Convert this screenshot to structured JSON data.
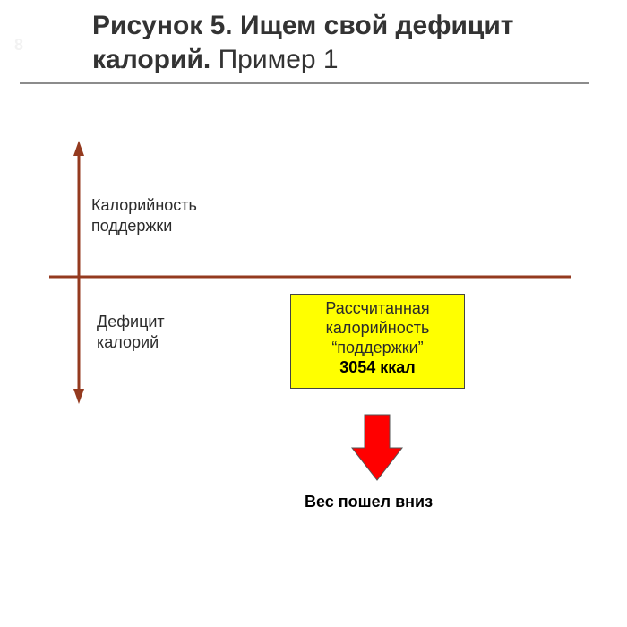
{
  "page_number": "8",
  "title": {
    "bold": "Рисунок 5. Ищем свой дефицит калорий.",
    "normal": "Пример 1"
  },
  "labels": {
    "maintenance_line1": "Калорийность",
    "maintenance_line2": "поддержки",
    "deficit_line1": "Дефицит",
    "deficit_line2": "калорий"
  },
  "box": {
    "line1": "Рассчитанная",
    "line2": "калорийность",
    "line3": "“поддержки”",
    "value": "3054 ккал"
  },
  "result": "Вес пошел вниз",
  "colors": {
    "axis": "#943a1f",
    "box_fill": "#ffff00",
    "arrow_fill": "#ff0000"
  },
  "icons": {
    "result_arrow": "down-arrow-icon"
  }
}
